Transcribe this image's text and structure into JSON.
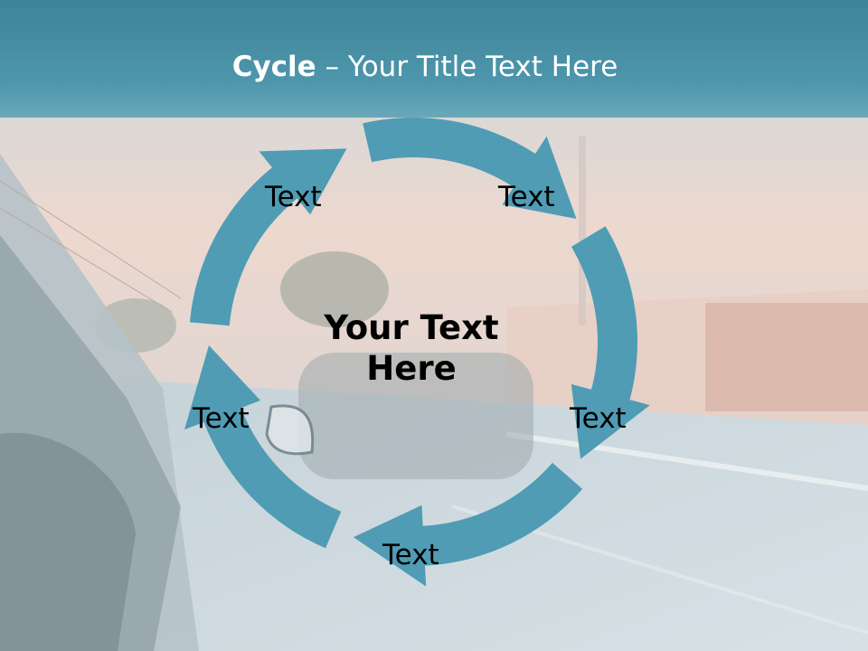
{
  "slide": {
    "title_bold": "Cycle",
    "title_rest": " – Your Title Text Here",
    "center_line1": "Your Text",
    "center_line2": "Here"
  },
  "cycle": {
    "labels": [
      "Text",
      "Text",
      "Text",
      "Text",
      "Text"
    ],
    "arrow_color": "#4f9cb4"
  },
  "colors": {
    "title_band": "#4a93a8",
    "title_text": "#ffffff",
    "label_text": "#000000"
  }
}
